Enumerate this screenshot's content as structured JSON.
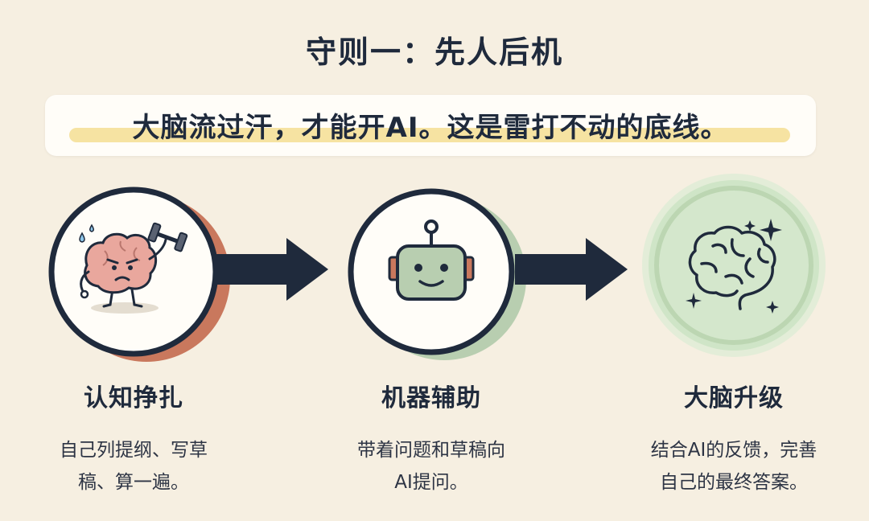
{
  "title": "守则一：先人后机",
  "banner": {
    "text": "大脑流过汗，才能开AI。这是雷打不动的底线。"
  },
  "steps": [
    {
      "title": "认知挣扎",
      "desc_line1": "自己列提纲、写草",
      "desc_line2": "稿、算一遍。",
      "icon": "brain-lifting-dumbbell-icon"
    },
    {
      "title": "机器辅助",
      "desc_line1": "带着问题和草稿向",
      "desc_line2": "AI提问。",
      "icon": "robot-icon"
    },
    {
      "title": "大脑升级",
      "desc_line1": "结合AI的反馈，完善",
      "desc_line2": "自己的最终答案。",
      "icon": "glowing-brain-icon"
    }
  ],
  "colors": {
    "background": "#f6efe1",
    "navy": "#1f2a3c",
    "terracotta": "#c9785d",
    "sage": "#b8ceb0",
    "glow": "#cfe5c7",
    "highlight": "#f6e3a2"
  }
}
